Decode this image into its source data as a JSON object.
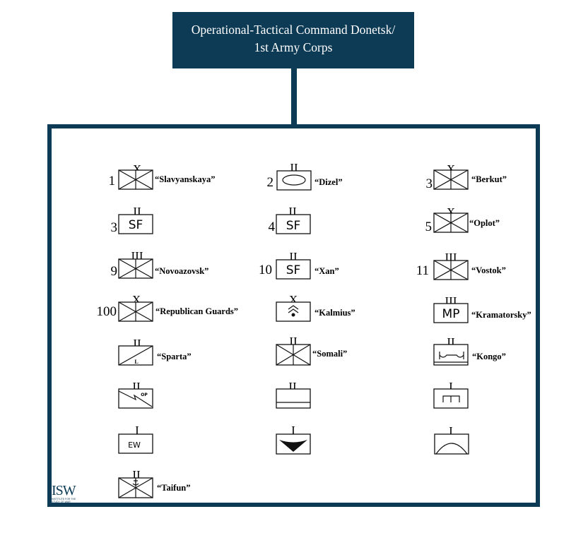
{
  "headquarters": {
    "line1": "Operational-Tactical Command Donetsk/",
    "line2": "1st Army Corps",
    "color": "#0d3b55"
  },
  "logo": {
    "text": "ISW",
    "subtext": "INSTITUTE FOR THE STUDY OF WAR"
  },
  "units": [
    {
      "id": "u1",
      "number": "1",
      "echelon": "X",
      "type": "infantry",
      "name": "“Slavyanskaya”"
    },
    {
      "id": "u2",
      "number": "2",
      "echelon": "II",
      "type": "armor",
      "name": "“Dizel”"
    },
    {
      "id": "u3",
      "number": "3",
      "echelon": "X",
      "type": "infantry",
      "name": "“Berkut”"
    },
    {
      "id": "u4",
      "number": "3",
      "echelon": "II",
      "type": "special-forces",
      "insignia": "SF",
      "name": ""
    },
    {
      "id": "u5",
      "number": "4",
      "echelon": "II",
      "type": "special-forces",
      "insignia": "SF",
      "name": ""
    },
    {
      "id": "u6",
      "number": "5",
      "echelon": "X",
      "type": "infantry",
      "name": "“Oplot”"
    },
    {
      "id": "u7",
      "number": "9",
      "echelon": "III",
      "type": "infantry",
      "name": "“Novoazovsk”"
    },
    {
      "id": "u8",
      "number": "10",
      "echelon": "II",
      "type": "special-forces",
      "insignia": "SF",
      "name": "“Xan”"
    },
    {
      "id": "u9",
      "number": "11",
      "echelon": "III",
      "type": "infantry",
      "name": "“Vostok”"
    },
    {
      "id": "u10",
      "number": "100",
      "echelon": "X",
      "type": "infantry",
      "name": "“Republican Guards”"
    },
    {
      "id": "u11",
      "number": "",
      "echelon": "X",
      "type": "airborne",
      "name": "“Kalmius”"
    },
    {
      "id": "u12",
      "number": "",
      "echelon": "III",
      "type": "military-police",
      "insignia": "MP",
      "name": "“Kramatorsky”"
    },
    {
      "id": "u13",
      "number": "",
      "echelon": "II",
      "type": "light",
      "insignia": "L",
      "name": "“Sparta”"
    },
    {
      "id": "u14",
      "number": "",
      "echelon": "II",
      "type": "infantry",
      "name": "“Somali”"
    },
    {
      "id": "u15",
      "number": "",
      "echelon": "II",
      "type": "bridging",
      "name": "“Kongo”"
    },
    {
      "id": "u16",
      "number": "",
      "echelon": "II",
      "type": "signal",
      "insignia": "OP",
      "name": ""
    },
    {
      "id": "u17",
      "number": "",
      "echelon": "II",
      "type": "motorized",
      "name": ""
    },
    {
      "id": "u18",
      "number": "",
      "echelon": "I",
      "type": "engineer",
      "name": ""
    },
    {
      "id": "u19",
      "number": "",
      "echelon": "I",
      "type": "electronic-warfare",
      "insignia": "EW",
      "name": ""
    },
    {
      "id": "u20",
      "number": "",
      "echelon": "I",
      "type": "air-assault",
      "name": ""
    },
    {
      "id": "u21",
      "number": "",
      "echelon": "I",
      "type": "artillery",
      "name": ""
    },
    {
      "id": "u22",
      "number": "",
      "echelon": "II",
      "type": "infantry-amphibious",
      "name": "“Taifun”"
    }
  ]
}
